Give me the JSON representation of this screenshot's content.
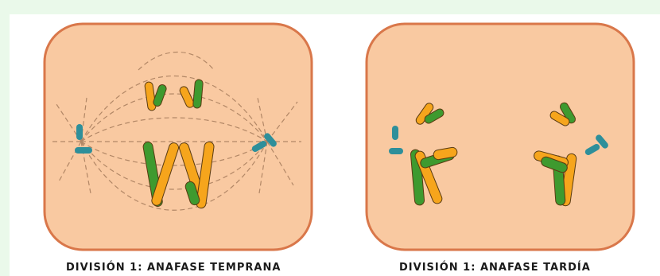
{
  "diagrams": [
    {
      "caption": "DIVISIÓN 1: ANAFASE TEMPRANA"
    },
    {
      "caption": "DIVISIÓN 1: ANAFASE TARDÍA"
    }
  ],
  "colors": {
    "background": "#eaf9ea",
    "cell_fill": "#f9c9a1",
    "cell_border": "#d9774a",
    "chromosome_orange": "#f6a51c",
    "chromosome_green": "#3e9a2f",
    "centrosome": "#2e8f9a",
    "spindle": "#b28766"
  },
  "icons": [
    "chromosome-icon",
    "centrosome-icon",
    "spindle-fiber"
  ]
}
